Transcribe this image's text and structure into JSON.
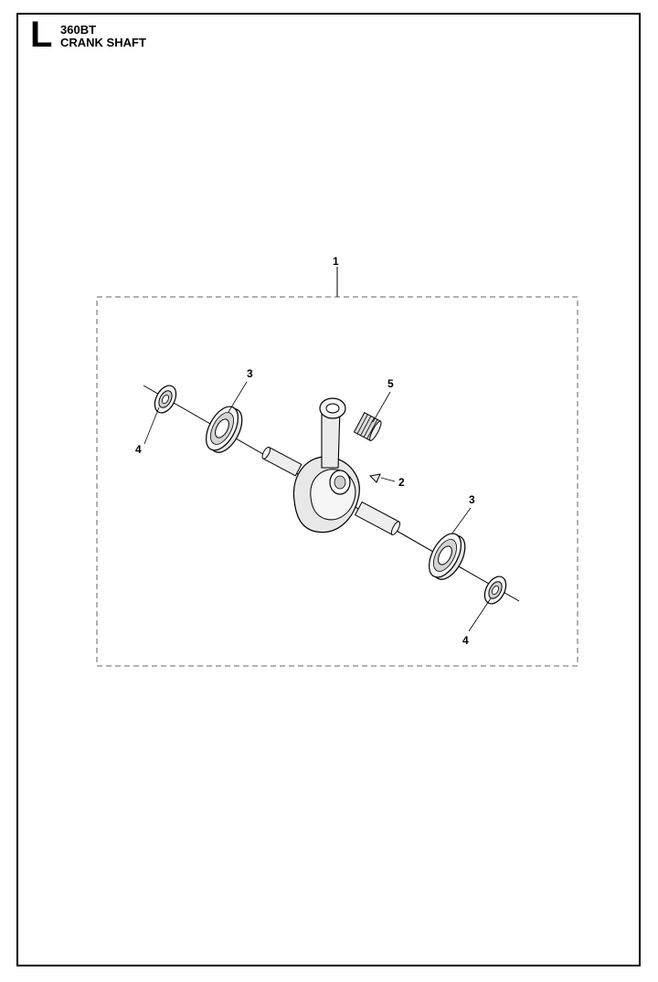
{
  "header": {
    "section_letter": "L",
    "model": "360BT",
    "title": "CRANK SHAFT"
  },
  "callouts": {
    "assembly": "1",
    "key": "2",
    "bearing_left": "3",
    "bearing_right": "3",
    "seal_left": "4",
    "seal_right": "4",
    "needle_bearing": "5"
  }
}
